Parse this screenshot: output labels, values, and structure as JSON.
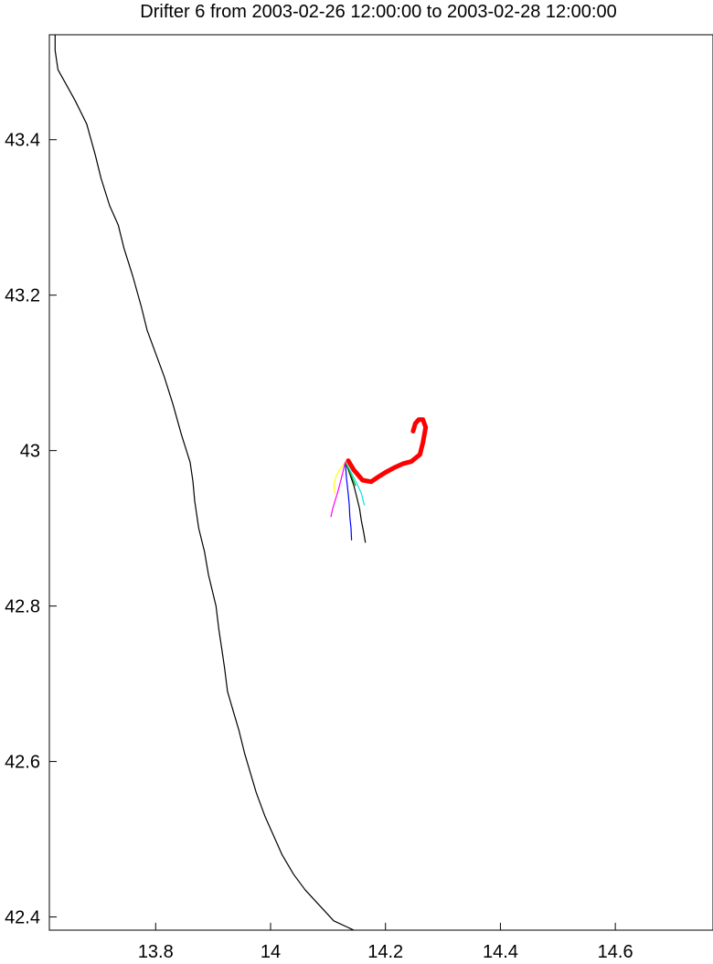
{
  "chart_data": {
    "type": "line",
    "title": "Drifter 6 from 2003-02-26 12:00:00 to 2003-02-28 12:00:00",
    "xlabel": "",
    "ylabel": "",
    "xlim": [
      13.615,
      14.77
    ],
    "ylim": [
      42.383,
      43.535
    ],
    "xticks": [
      13.8,
      14.0,
      14.2,
      14.4,
      14.6
    ],
    "xtick_labels": [
      "13.8",
      "14",
      "14.2",
      "14.4",
      "14.6"
    ],
    "yticks": [
      42.4,
      42.6,
      42.8,
      43.0,
      43.2,
      43.4
    ],
    "ytick_labels": [
      "42.4",
      "42.6",
      "42.8",
      "43",
      "43.2",
      "43.4"
    ],
    "grid": false,
    "series": [
      {
        "role": "coastline",
        "color": "#000000",
        "x": [
          13.625,
          13.625,
          13.63,
          13.645,
          13.66,
          13.68,
          13.695,
          13.705,
          13.72,
          13.735,
          13.745,
          13.76,
          13.775,
          13.785,
          13.8,
          13.815,
          13.83,
          13.845,
          13.86,
          13.865,
          13.868,
          13.875,
          13.885,
          13.892,
          13.905,
          13.91,
          13.915,
          13.92,
          13.925,
          13.935,
          13.945,
          13.955,
          13.965,
          13.975,
          13.99,
          14.005,
          14.02,
          14.04,
          14.06,
          14.085,
          14.11,
          14.145,
          14.18,
          14.215,
          14.25,
          14.285,
          14.315,
          14.345,
          14.362
        ],
        "y": [
          43.535,
          43.515,
          43.49,
          43.47,
          43.45,
          43.42,
          43.38,
          43.35,
          43.315,
          43.29,
          43.26,
          43.225,
          43.185,
          43.155,
          43.125,
          43.095,
          43.06,
          43.02,
          42.985,
          42.96,
          42.935,
          42.9,
          42.87,
          42.84,
          42.8,
          42.77,
          42.745,
          42.72,
          42.69,
          42.665,
          42.64,
          42.61,
          42.585,
          42.56,
          42.53,
          42.505,
          42.48,
          42.455,
          42.435,
          42.415,
          42.395,
          42.383,
          42.37,
          42.358,
          42.345,
          42.335,
          42.322,
          42.308,
          42.298
        ]
      },
      {
        "role": "drifter-track",
        "color": "#ff0000",
        "x": [
          14.135,
          14.145,
          14.16,
          14.175,
          14.185,
          14.2,
          14.215,
          14.23,
          14.245,
          14.26,
          14.265,
          14.27,
          14.265,
          14.258,
          14.252,
          14.248
        ],
        "y": [
          42.987,
          42.975,
          42.962,
          42.96,
          42.965,
          42.972,
          42.978,
          42.983,
          42.986,
          42.995,
          43.01,
          43.03,
          43.04,
          43.04,
          43.035,
          43.025
        ]
      },
      {
        "role": "model-track",
        "color": "#0000ff",
        "x": [
          14.13,
          14.132,
          14.135,
          14.137,
          14.138,
          14.14,
          14.141
        ],
        "y": [
          42.985,
          42.965,
          42.945,
          42.93,
          42.915,
          42.9,
          42.885
        ]
      },
      {
        "role": "model-track",
        "color": "#000000",
        "x": [
          14.13,
          14.138,
          14.145,
          14.15,
          14.155,
          14.158,
          14.162,
          14.165
        ],
        "y": [
          42.985,
          42.97,
          42.955,
          42.94,
          42.925,
          42.91,
          42.895,
          42.882
        ]
      },
      {
        "role": "model-track",
        "color": "#00e5e5",
        "x": [
          14.13,
          14.138,
          14.145,
          14.152,
          14.158,
          14.163
        ],
        "y": [
          42.985,
          42.975,
          42.965,
          42.955,
          42.945,
          42.93
        ]
      },
      {
        "role": "model-track",
        "color": "#00a000",
        "x": [
          14.13,
          14.136,
          14.142,
          14.148
        ],
        "y": [
          42.985,
          42.975,
          42.965,
          42.955
        ]
      },
      {
        "role": "model-track",
        "color": "#ffff00",
        "x": [
          14.13,
          14.12,
          14.113,
          14.11,
          14.112
        ],
        "y": [
          42.985,
          42.975,
          42.965,
          42.955,
          42.945
        ]
      },
      {
        "role": "model-track",
        "color": "#ff00ff",
        "x": [
          14.13,
          14.125,
          14.12,
          14.115,
          14.112,
          14.108,
          14.105
        ],
        "y": [
          42.985,
          42.97,
          42.955,
          42.942,
          42.935,
          42.925,
          42.915
        ]
      }
    ]
  }
}
